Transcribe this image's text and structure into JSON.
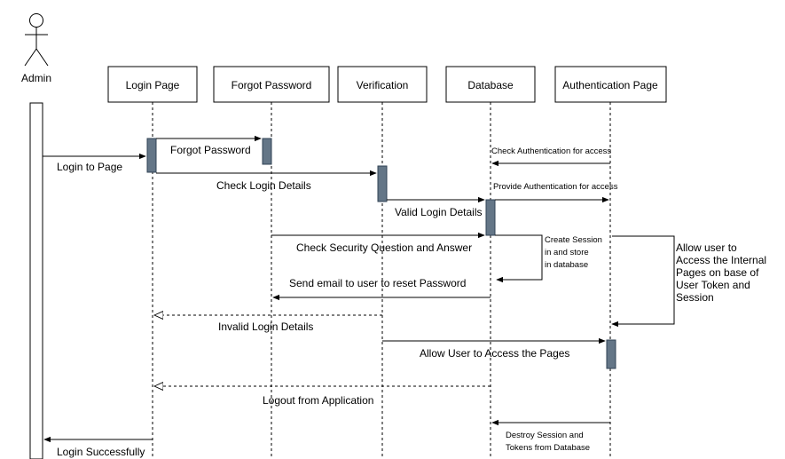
{
  "actor": {
    "name": "Admin"
  },
  "participants": [
    "Login Page",
    "Forgot Password",
    "Verification",
    "Database",
    "Authentication Page"
  ],
  "messages": {
    "login_to_page": "Login to Page",
    "forgot_password": "Forgot Password",
    "check_login_details": "Check Login Details",
    "valid_login_details": "Valid Login Details",
    "check_security": "Check Security Question and Answer",
    "send_email": "Send email to user to reset Password",
    "invalid_login": "Invalid Login Details",
    "allow_access_pages": "Allow User to Access the Pages",
    "logout": "Logout from Application",
    "login_successfully": "Login Successfully",
    "check_auth": "Check Authentication for access",
    "provide_auth": "Provide Authentication for access"
  },
  "notes": {
    "create_session": [
      "Create Session",
      "in and store",
      "in database"
    ],
    "allow_internal": [
      "Allow user to",
      "Access the Internal",
      "Pages on base of",
      "User Token and",
      "Session"
    ],
    "destroy_session": [
      "Destroy Session and",
      "Tokens from Database"
    ]
  }
}
